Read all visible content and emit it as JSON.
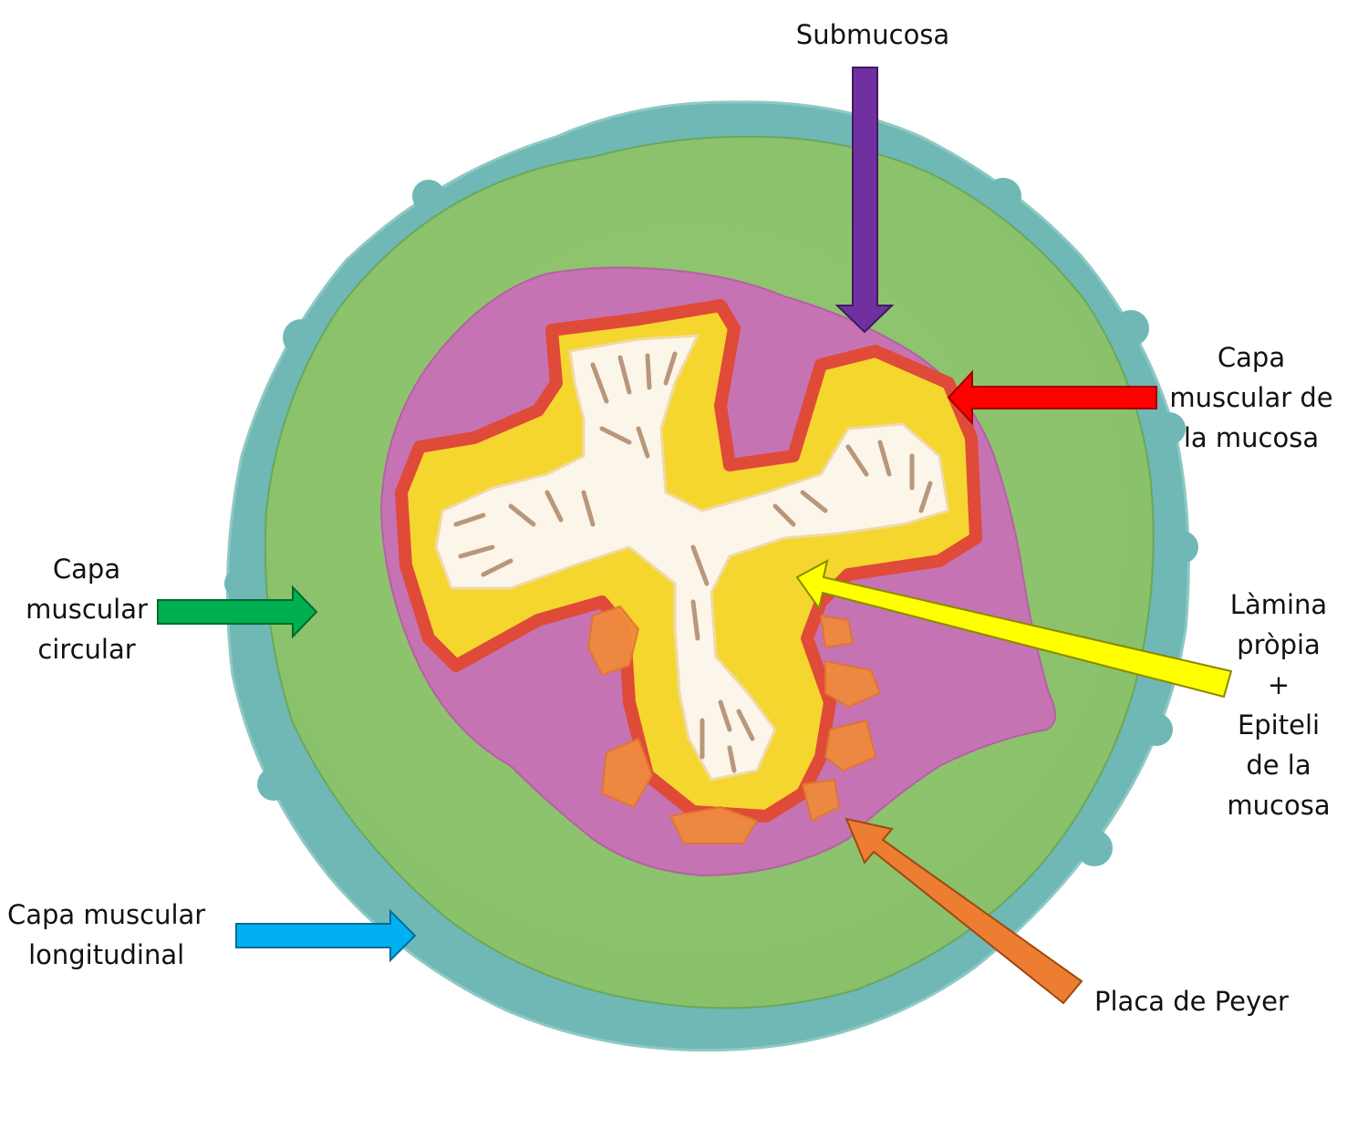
{
  "labels": {
    "submucosa": "Submucosa",
    "muscularis_mucosae": [
      "Capa",
      "muscular de",
      "la mucosa"
    ],
    "circular_muscle": [
      "Capa",
      "muscular",
      "circular"
    ],
    "lamina_propria": [
      "Làmina",
      "pròpia",
      "+",
      "Epiteli",
      "de la",
      "mucosa"
    ],
    "longitudinal_muscle": [
      "Capa muscular",
      "longitudinal"
    ],
    "peyer_patch": "Placa de Peyer"
  },
  "colors": {
    "longitudinal_layer": "#6fb8b6",
    "circular_layer": "#8ec46c",
    "submucosa_layer": "#c673b3",
    "muscularis_mucosae": "#e04a38",
    "lamina_propria": "#f4d62e",
    "lumen": "#fbf5ea",
    "peyer_patch": "#f08a3e",
    "arrow_submucosa": "#7030a0",
    "arrow_muscularis_mucosae": "#ff0000",
    "arrow_circular": "#00b050",
    "arrow_lamina": "#ffff00",
    "arrow_longitudinal": "#00b0f0",
    "arrow_peyer": "#ed7d31"
  }
}
